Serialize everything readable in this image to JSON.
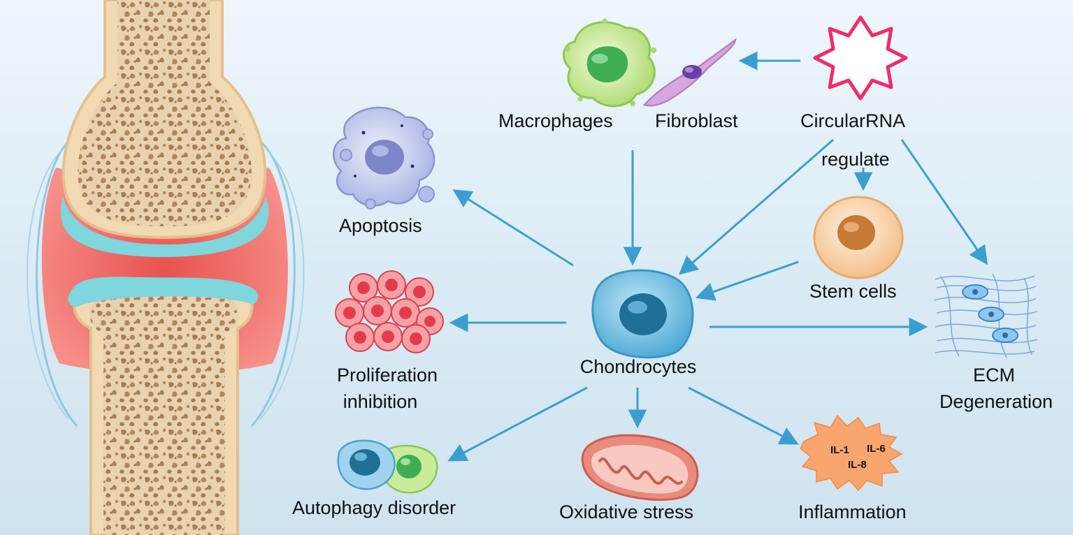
{
  "labels": {
    "macrophages": "Macrophages",
    "fibroblast": "Fibroblast",
    "circular_rna": "CircularRNA",
    "regulate": "regulate",
    "apoptosis": "Apoptosis",
    "stem_cells": "Stem cells",
    "proliferation_line1": "Proliferation",
    "proliferation_line2": "inhibition",
    "chondrocytes": "Chondrocytes",
    "ecm_line1": "ECM",
    "ecm_line2": "Degeneration",
    "autophagy": "Autophagy disorder",
    "oxidative": "Oxidative stress",
    "inflammation": "Inflammation",
    "il1": "IL-1",
    "il6": "IL-6",
    "il8": "IL-8"
  },
  "colors": {
    "arrow": "#3a9fd0",
    "bone": "#d8b58a",
    "cartilage": "#7fd6dc",
    "synovial": "#ef6a63",
    "circrna_star": "#f02c6a",
    "macrophage": "#a9d96b",
    "fibroblast": "#c98fd4",
    "apoptosis_cell": "#a9b4e6",
    "stem_cell": "#f7c79a",
    "prolif_cells": "#ef5a64",
    "chondrocyte": "#5db8e0",
    "mitochondria": "#e98a7c",
    "inflammation_burst": "#f8a56e"
  },
  "icons": [
    "joint-illustration",
    "circular-rna-star-icon",
    "macrophage-icon",
    "fibroblast-icon",
    "apoptosis-cell-icon",
    "stem-cell-icon",
    "proliferating-cells-icon",
    "chondrocyte-icon",
    "ecm-fiber-icon",
    "autophagy-cells-icon",
    "mitochondria-icon",
    "inflammation-burst-icon"
  ]
}
